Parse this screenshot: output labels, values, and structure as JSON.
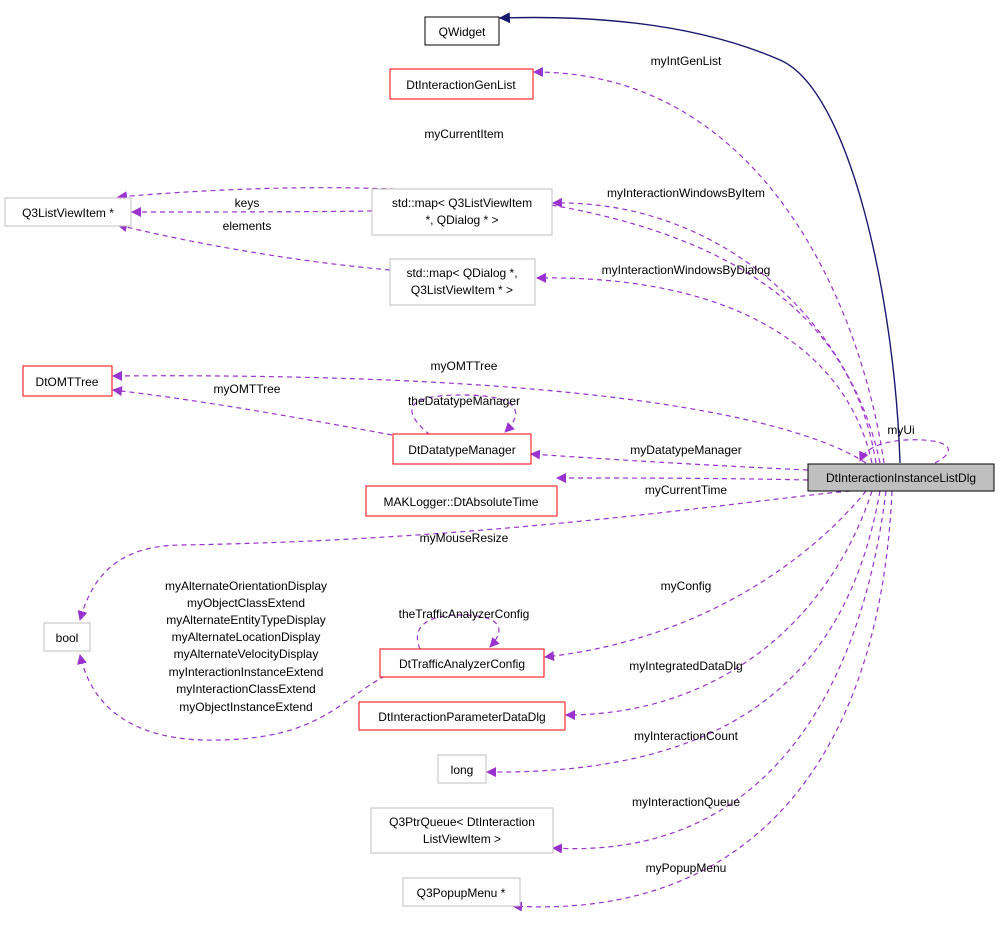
{
  "diagram": {
    "colors": {
      "class_border_red": "#ff0000",
      "class_border_gray": "#bfbfbf",
      "class_border_black": "#000000",
      "focus_fill": "#bfbfbf",
      "inherit_edge": "#191970",
      "usage_edge": "#9a32cd"
    },
    "nodes": {
      "qwidget": "QWidget",
      "int_gen_list": "DtInteractionGenList",
      "q3listviewitem": "Q3ListViewItem *",
      "map_item_dialog_1": "std::map< Q3ListViewItem",
      "map_item_dialog_2": "*, QDialog * >",
      "map_dialog_item_1": "std::map< QDialog *,",
      "map_dialog_item_2": "Q3ListViewItem * >",
      "omt_tree": "DtOMTTree",
      "datatype_manager": "DtDatatypeManager",
      "focus": "DtInteractionInstanceListDlg",
      "abs_time": "MAKLogger::DtAbsoluteTime",
      "bool": "bool",
      "traffic_config": "DtTrafficAnalyzerConfig",
      "param_data_dlg": "DtInteractionParameterDataDlg",
      "long": "long",
      "ptr_queue_1": "Q3PtrQueue< DtInteraction",
      "ptr_queue_2": "ListViewItem >",
      "popup_menu": "Q3PopupMenu *"
    },
    "edge_labels": {
      "my_int_gen_list": "myIntGenList",
      "my_current_item": "myCurrentItem",
      "keys": "keys",
      "elements": "elements",
      "my_iwin_by_item": "myInteractionWindowsByItem",
      "my_iwin_by_dialog": "myInteractionWindowsByDialog",
      "my_omt_tree_focus": "myOMTTree",
      "my_omt_tree_dm": "myOMTTree",
      "the_datatype_manager": "theDatatypeManager",
      "my_ui": "myUi",
      "my_datatype_manager": "myDatatypeManager",
      "my_current_time": "myCurrentTime",
      "my_mouse_resize": "myMouseResize",
      "my_config": "myConfig",
      "the_traffic_config": "theTrafficAnalyzerConfig",
      "my_integrated_data_dlg": "myIntegratedDataDlg",
      "my_interaction_count": "myInteractionCount",
      "my_interaction_queue": "myInteractionQueue",
      "my_popup_menu": "myPopupMenu",
      "bool_members": [
        "myAlternateOrientationDisplay",
        "myObjectClassExtend",
        "myAlternateEntityTypeDisplay",
        "myAlternateLocationDisplay",
        "myAlternateVelocityDisplay",
        "myInteractionInstanceExtend",
        "myInteractionClassExtend",
        "myObjectInstanceExtend"
      ]
    }
  }
}
